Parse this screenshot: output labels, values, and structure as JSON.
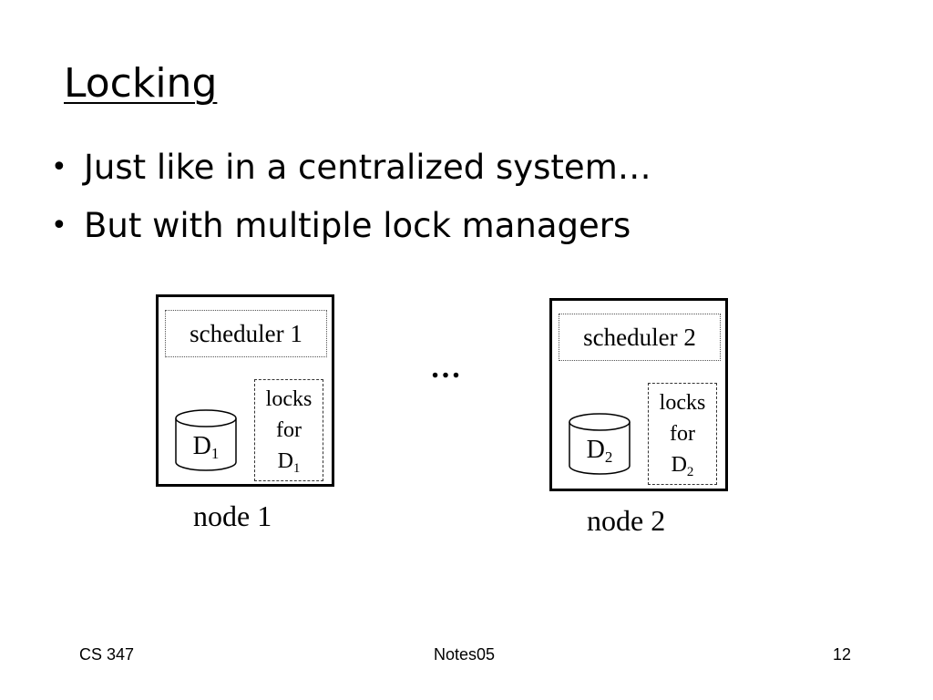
{
  "slide": {
    "title": "Locking",
    "bullets": [
      "Just like in a centralized system…",
      "But with multiple lock managers"
    ]
  },
  "diagram": {
    "ellipsis": "…",
    "nodes": [
      {
        "label": "node 1",
        "scheduler": "scheduler 1",
        "db_base": "D",
        "db_sub": "1",
        "locks_line1": "locks",
        "locks_line2": "for",
        "locks_base": "D",
        "locks_sub": "1"
      },
      {
        "label": "node 2",
        "scheduler": "scheduler 2",
        "db_base": "D",
        "db_sub": "2",
        "locks_line1": "locks",
        "locks_line2": "for",
        "locks_base": "D",
        "locks_sub": "2"
      }
    ]
  },
  "footer": {
    "left": "CS 347",
    "center": "Notes05",
    "right": "12"
  },
  "icons": {
    "bullet": "bullet-dot",
    "database": "database-cylinder-icon"
  },
  "colors": {
    "background": "#ffffff",
    "text": "#000000"
  }
}
